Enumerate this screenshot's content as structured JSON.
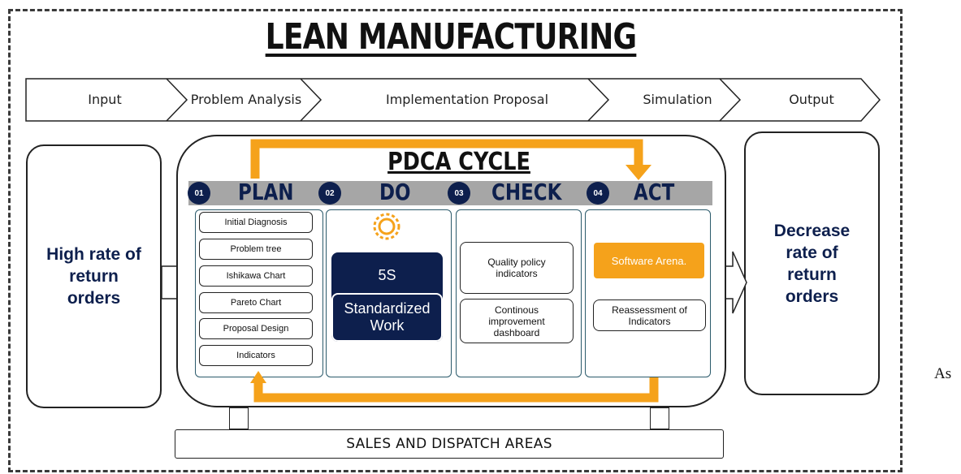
{
  "title": "LEAN MANUFACTURING",
  "process_steps": [
    "Input",
    "Problem Analysis",
    "Implementation Proposal",
    "Simulation",
    "Output"
  ],
  "input_box": "High rate of return orders",
  "output_box": "Decrease rate of return orders",
  "pdca_title": "PDCA CYCLE",
  "phases": [
    {
      "number": "01",
      "name": "PLAN"
    },
    {
      "number": "02",
      "name": "DO"
    },
    {
      "number": "03",
      "name": "CHECK"
    },
    {
      "number": "04",
      "name": "ACT"
    }
  ],
  "plan_items": [
    "Initial Diagnosis",
    "Problem tree",
    "Ishikawa Chart",
    "Pareto Chart",
    "Proposal Design",
    "Indicators"
  ],
  "do_items": [
    "5S",
    "Standardized Work"
  ],
  "check_items": [
    "Quality policy indicators",
    "Continous improvement dashboard"
  ],
  "act_items": [
    "Software Arena.",
    "Reassessment of Indicators"
  ],
  "footer": "SALES AND DISPATCH AREAS",
  "side_note": "As",
  "colors": {
    "navy": "#0d1f4d",
    "orange": "#f5a21b",
    "gray_band": "#a6a6a6",
    "panel_border": "#2b5a6b"
  }
}
